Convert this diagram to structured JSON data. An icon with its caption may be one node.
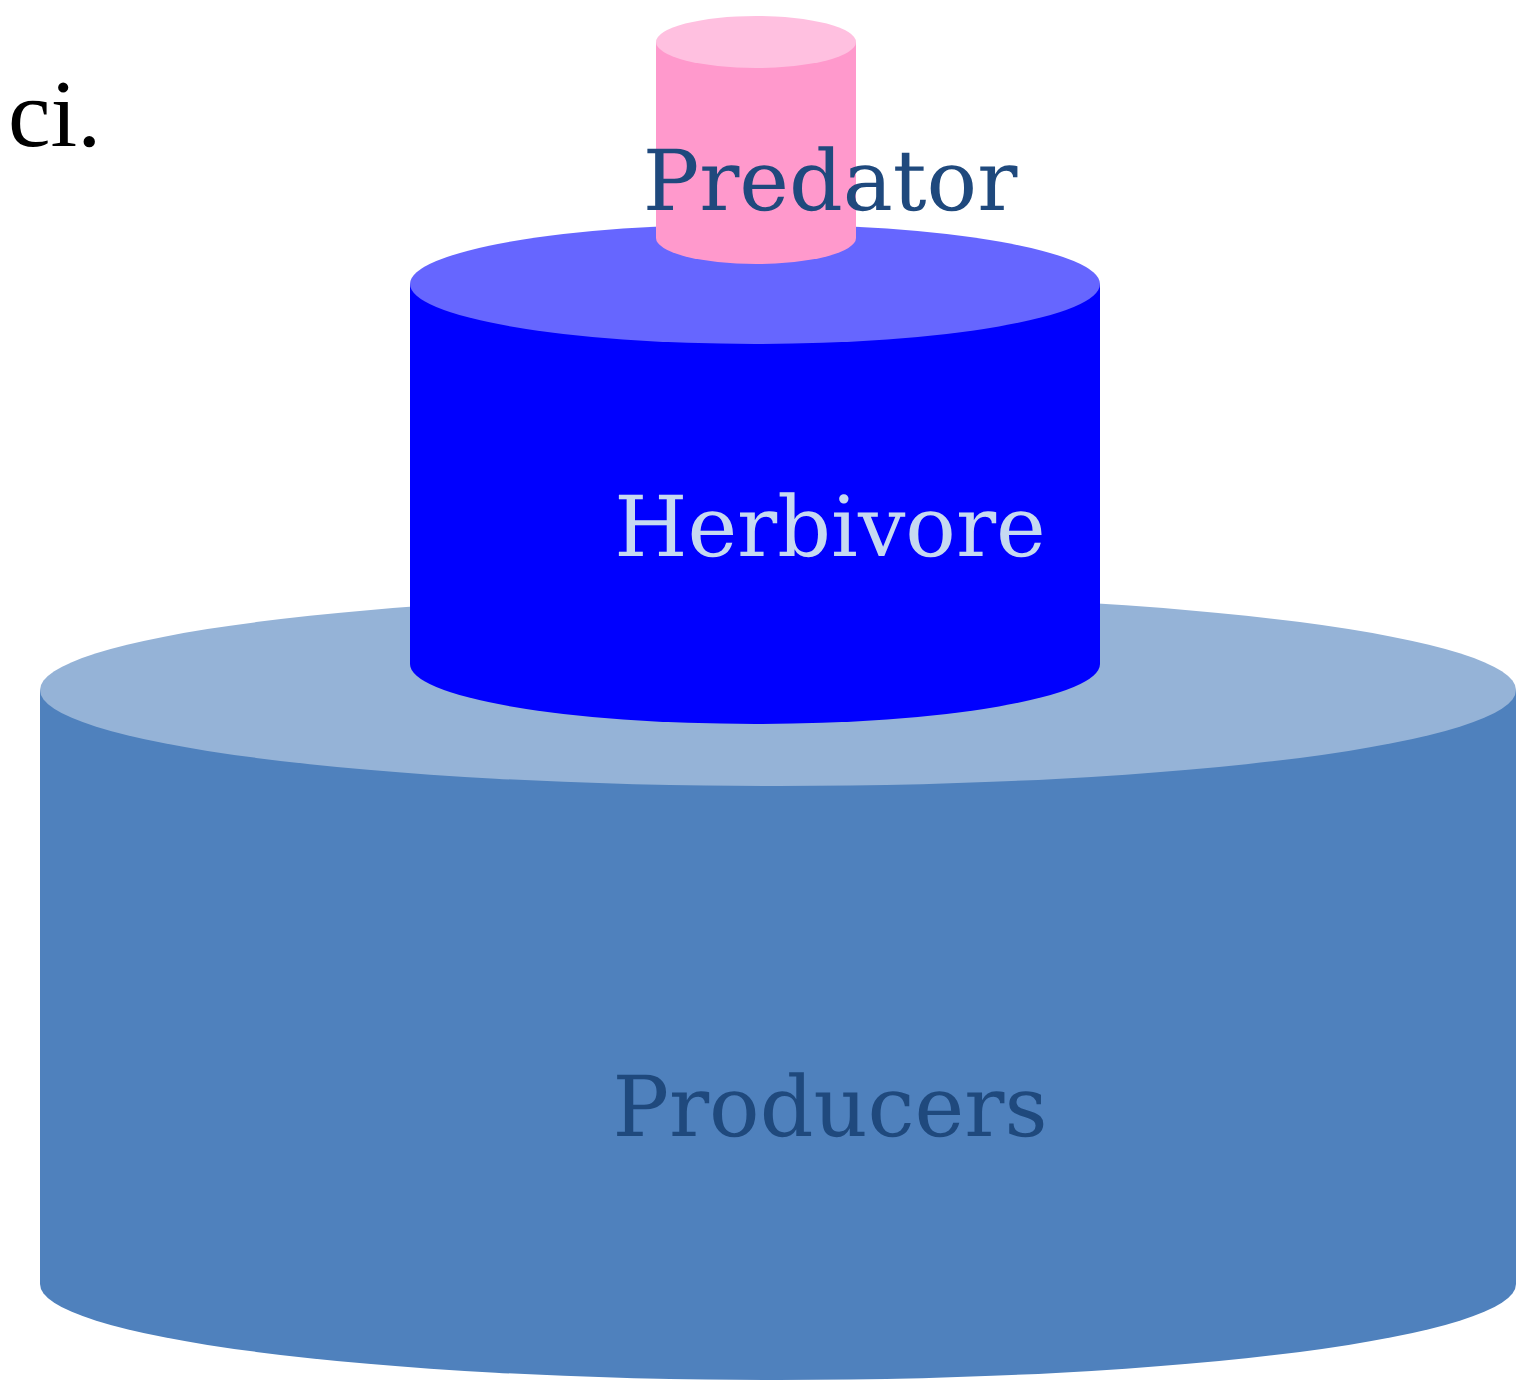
{
  "diagram": {
    "nodes": [
      {
        "text": [
          "Predator"
        ]
      },
      {
        "text": [
          "Herbivore"
        ]
      },
      {
        "text": [
          "Producers"
        ]
      }
    ],
    "labels": [
      "ci."
    ]
  }
}
